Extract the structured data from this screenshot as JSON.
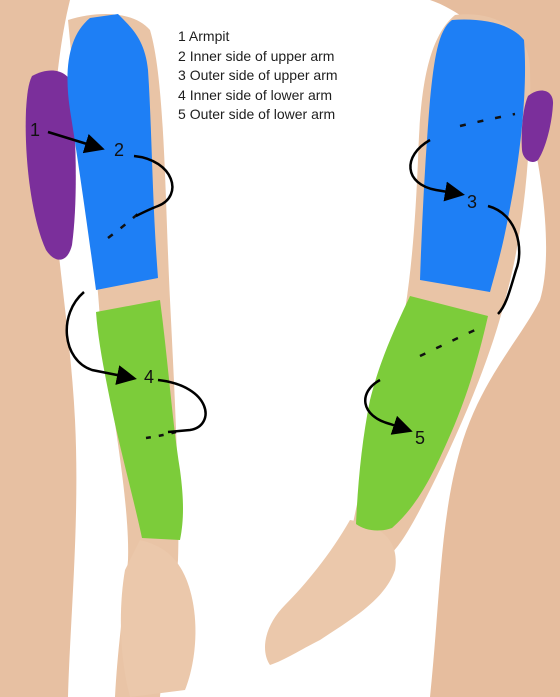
{
  "legend": {
    "items": [
      {
        "number": "1",
        "label": "Armpit"
      },
      {
        "number": "2",
        "label": "Inner side of upper arm"
      },
      {
        "number": "3",
        "label": "Outer side of upper arm"
      },
      {
        "number": "4",
        "label": "Inner side of lower arm"
      },
      {
        "number": "5",
        "label": "Outer side of lower arm"
      }
    ]
  },
  "markers": {
    "m1": "1",
    "m2": "2",
    "m3": "3",
    "m4": "4",
    "m5": "5"
  },
  "colors": {
    "skin": "#e9c4a6",
    "skin_shadow": "#d9a98a",
    "armpit_region": "#7b2f9b",
    "upper_arm_region": "#1e7ff5",
    "lower_arm_region": "#7ccc3a",
    "arrow": "#000000"
  }
}
